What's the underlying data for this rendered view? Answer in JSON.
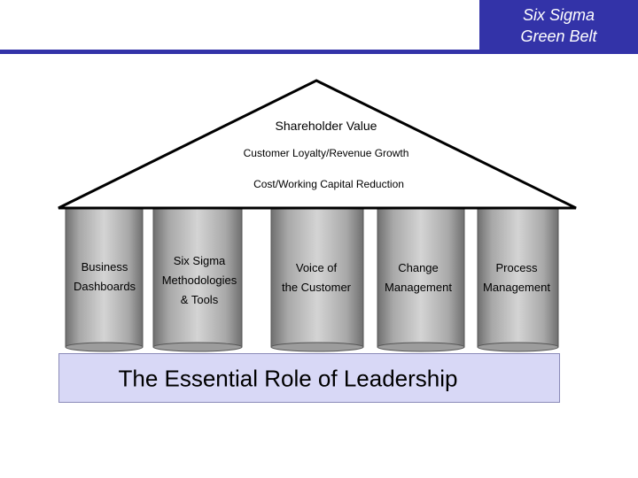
{
  "header": {
    "badge_line1": "Six Sigma",
    "badge_line2": "Green Belt",
    "accent_color": "#3333a8"
  },
  "roof": {
    "title": "Shareholder Value",
    "line2": "Customer Loyalty/Revenue Growth",
    "line3": "Cost/Working Capital Reduction"
  },
  "pillars": [
    {
      "lines": [
        "Business",
        "Dashboards"
      ]
    },
    {
      "lines": [
        "Six Sigma",
        "Methodologies",
        "& Tools"
      ]
    },
    {
      "lines": [
        "Voice of",
        "the Customer"
      ]
    },
    {
      "lines": [
        "Change",
        "Management"
      ]
    },
    {
      "lines": [
        "Process",
        "Management"
      ]
    }
  ],
  "foundation": {
    "label": "The Essential Role of Leadership",
    "color": "#d8d8f6"
  }
}
